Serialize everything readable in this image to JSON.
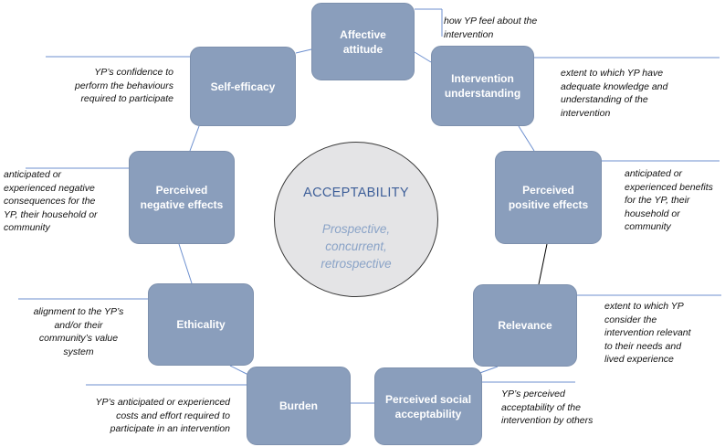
{
  "center": {
    "title": "ACCEPTABILITY",
    "subtitle_lines": [
      "Prospective,",
      "concurrent,",
      "retrospective"
    ]
  },
  "nodes": [
    {
      "id": "affective-attitude",
      "lines": [
        "Affective",
        "attitude"
      ],
      "description": [
        "how YP feel about the",
        "intervention"
      ]
    },
    {
      "id": "intervention-understanding",
      "lines": [
        "Intervention",
        "understanding"
      ],
      "description": [
        "extent to which YP have",
        "adequate knowledge and",
        "understanding of the",
        "intervention"
      ]
    },
    {
      "id": "perceived-positive-effects",
      "lines": [
        "Perceived",
        "positive effects"
      ],
      "description": [
        "anticipated or",
        "experienced benefits",
        "for the YP, their",
        "household or",
        "community"
      ]
    },
    {
      "id": "relevance",
      "lines": [
        "Relevance"
      ],
      "description": [
        "extent to which YP",
        "consider the",
        "intervention relevant",
        "to their needs and",
        "lived experience"
      ]
    },
    {
      "id": "perceived-social-acceptability",
      "lines": [
        "Perceived social",
        "acceptability"
      ],
      "description": [
        "YP’s perceived",
        "acceptability of the",
        "intervention by others"
      ]
    },
    {
      "id": "burden",
      "lines": [
        "Burden"
      ],
      "description": [
        "YP’s anticipated or experienced",
        "costs and effort required to",
        "participate in an intervention"
      ]
    },
    {
      "id": "ethicality",
      "lines": [
        "Ethicality"
      ],
      "description": [
        "alignment to the YP’s",
        "and/or their",
        "community’s value",
        "system"
      ]
    },
    {
      "id": "perceived-negative-effects",
      "lines": [
        "Perceived",
        "negative effects"
      ],
      "description": [
        "anticipated or",
        "experienced negative",
        "consequences for the",
        "YP, their household or",
        "community"
      ]
    },
    {
      "id": "self-efficacy",
      "lines": [
        "Self-efficacy"
      ],
      "description": [
        "YP’s confidence to",
        "perform the behaviours",
        "required to participate"
      ]
    }
  ],
  "colors": {
    "node_fill": "#8a9ebc",
    "node_text": "#ffffff",
    "center_fill": "#e4e4e6",
    "center_title": "#3e5f99",
    "center_subtitle": "#8aa3c7",
    "connector": "#6c8fcf",
    "ring_segment": "#000000"
  }
}
